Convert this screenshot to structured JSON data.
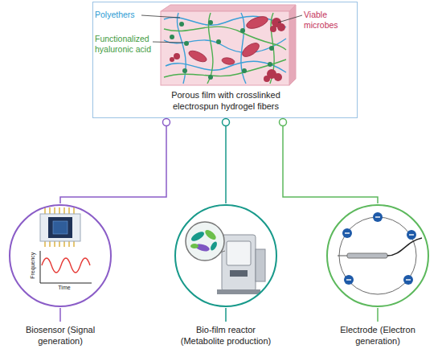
{
  "diagram": {
    "nodes": [
      {
        "text": [
          "Porous film with crosslinked electrospun hydrogel fibers"
        ]
      },
      {
        "text": [
          "Biosensor (Signal generation)"
        ]
      },
      {
        "text": [
          "Bio-film reactor (Metabolite production)"
        ]
      },
      {
        "text": [
          "Electrode (Electron generation)"
        ]
      }
    ],
    "edges": [
      {
        "from": 0,
        "to": 1,
        "arrow": "none"
      },
      {
        "from": 0,
        "to": 2,
        "arrow": "none"
      },
      {
        "from": 0,
        "to": 3,
        "arrow": "none"
      }
    ],
    "labels": [
      "Polyethers",
      "Viable microbes",
      "Functionalized hyaluronic acid",
      "Frequency",
      "Time"
    ]
  }
}
